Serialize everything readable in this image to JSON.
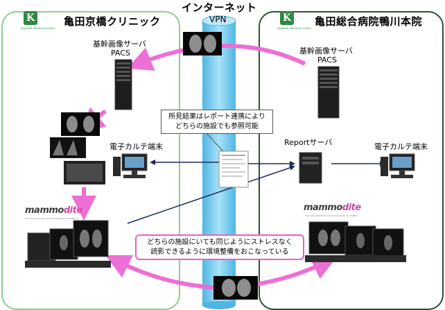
{
  "internet_label": "インターネット",
  "vpn_label": "VPN",
  "left_site": {
    "name": "亀田京橋クリニック",
    "logo_sub": "Kameda Medical Center",
    "server_label_line1": "基幹画像サーバ",
    "server_label_line2": "PACS",
    "terminal_label": "電子カルテ端末",
    "product_logo": {
      "part1": "mammo",
      "part2": "dite",
      "tagline": "The next generation of mammography workstation"
    }
  },
  "right_site": {
    "name": "亀田総合病院鴨川本院",
    "logo_sub": "Kameda Medical Center",
    "server_label_line1": "基幹画像サーバ",
    "server_label_line2": "PACS",
    "report_server_label": "Reportサーバ",
    "terminal_label": "電子カルテ端末",
    "product_logo": {
      "part1": "mammo",
      "part2": "dite",
      "tagline": "The next generation of mammography workstation"
    }
  },
  "callout_report": {
    "line1": "所見結果はレポート連携により",
    "line2": "どちらの施設でも参照可能"
  },
  "callout_env": {
    "line1": "どちらの施設にいても同じようにストレスなく",
    "line2": "読影できるように環境整備をおこなっている"
  },
  "colors": {
    "pink": "#ec6fd6",
    "tunnel": "#7fd0ef",
    "panel_left": "#8ad08a",
    "panel_right": "#2f4f2f",
    "logo": "#2e8a3e"
  }
}
